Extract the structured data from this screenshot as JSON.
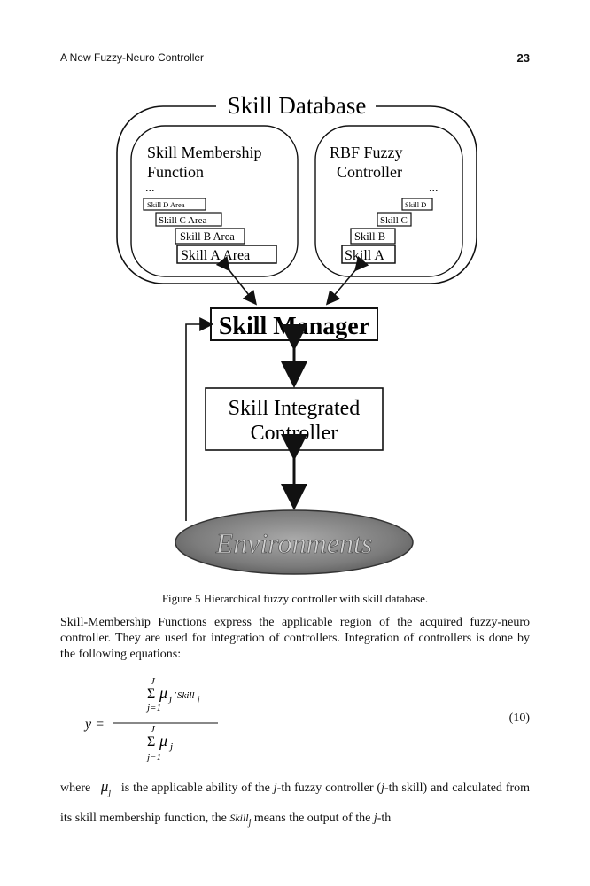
{
  "header": {
    "running_title": "A New Fuzzy-Neuro Controller",
    "page_number": "23"
  },
  "figure": {
    "database_title": "Skill Database",
    "membership_title_line1": "Skill Membership",
    "membership_title_line2": "Function",
    "ellipsis": "...",
    "membership_steps": [
      "Skill D Area",
      "Skill C Area",
      "Skill B Area",
      "Skill A Area"
    ],
    "rbf_title_line1": "RBF Fuzzy",
    "rbf_title_line2": "Controller",
    "rbf_steps": [
      "Skill D",
      "Skill C",
      "Skill B",
      "Skill A"
    ],
    "manager_label": "Skill Manager",
    "integrated_line1": "Skill Integrated",
    "integrated_line2": "Controller",
    "environment_label": "Environments",
    "caption": "Figure 5  Hierarchical fuzzy controller with skill database."
  },
  "body": {
    "paragraph1": "Skill-Membership Functions express the applicable region of the acquired fuzzy-neuro controller. They are used for integration of controllers. Integration of controllers is done by the following equations:",
    "equation": {
      "lhs": "y =",
      "upper_limit": "J",
      "lower_limit": "j=1",
      "sigma": "Σ",
      "numerator_term": "μ",
      "numerator_sub": "j",
      "numerator_dot": "·",
      "numerator_skill": "Skill",
      "numerator_skill_sub": "j",
      "denominator_term": "μ",
      "denominator_sub": "j",
      "number": "(10)"
    },
    "paragraph2": {
      "where": "where",
      "mu": "μ",
      "mu_sub": "j",
      "text_a": "is the applicable ability of the",
      "jth": "j",
      "text_b": "-th fuzzy controller (",
      "jth2": "j",
      "text_c": "-th skill) and calculated from its skill membership function, the",
      "skill": "Skill",
      "skill_sub": "j",
      "text_d": "means the output of the",
      "jth3": "j",
      "text_e": "-th"
    }
  }
}
